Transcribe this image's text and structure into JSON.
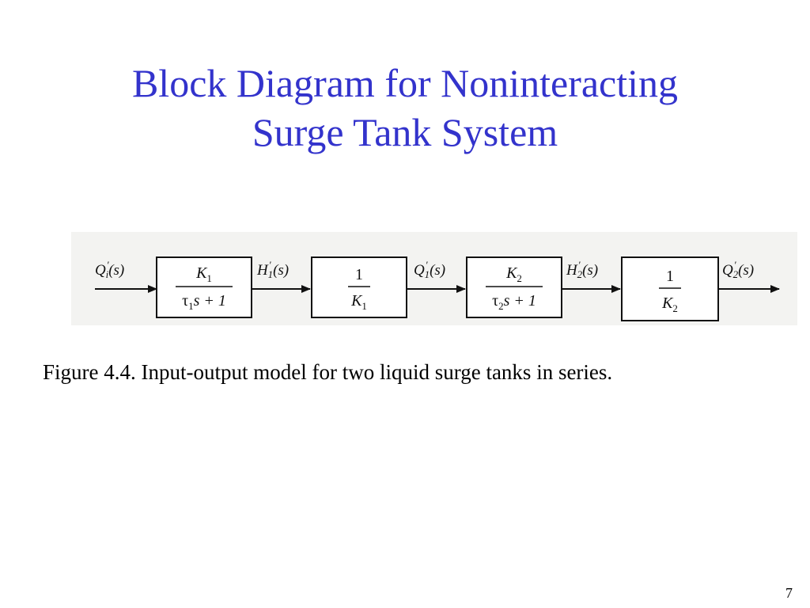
{
  "slide": {
    "title_line1": "Block Diagram for Noninteracting",
    "title_line2": "Surge Tank System",
    "caption": "Figure 4.4. Input-output model for two liquid surge tanks in series.",
    "page_number": "7"
  },
  "diagram": {
    "signals": [
      {
        "main": "Q",
        "sub": "i",
        "prime": "′",
        "arg": "(s)"
      },
      {
        "main": "H",
        "sub": "1",
        "prime": "′",
        "arg": "(s)"
      },
      {
        "main": "Q",
        "sub": "1",
        "prime": "′",
        "arg": "(s)"
      },
      {
        "main": "H",
        "sub": "2",
        "prime": "′",
        "arg": "(s)"
      },
      {
        "main": "Q",
        "sub": "2",
        "prime": "′",
        "arg": "(s)"
      }
    ],
    "blocks": [
      {
        "num_main": "K",
        "num_sub": "1",
        "den_tau": "τ",
        "den_sub": "1",
        "den_rest": "s + 1"
      },
      {
        "num_main": "1",
        "num_sub": "",
        "den_main": "K",
        "den_sub": "1"
      },
      {
        "num_main": "K",
        "num_sub": "2",
        "den_tau": "τ",
        "den_sub": "2",
        "den_rest": "s + 1"
      },
      {
        "num_main": "1",
        "num_sub": "",
        "den_main": "K",
        "den_sub": "2"
      }
    ]
  }
}
